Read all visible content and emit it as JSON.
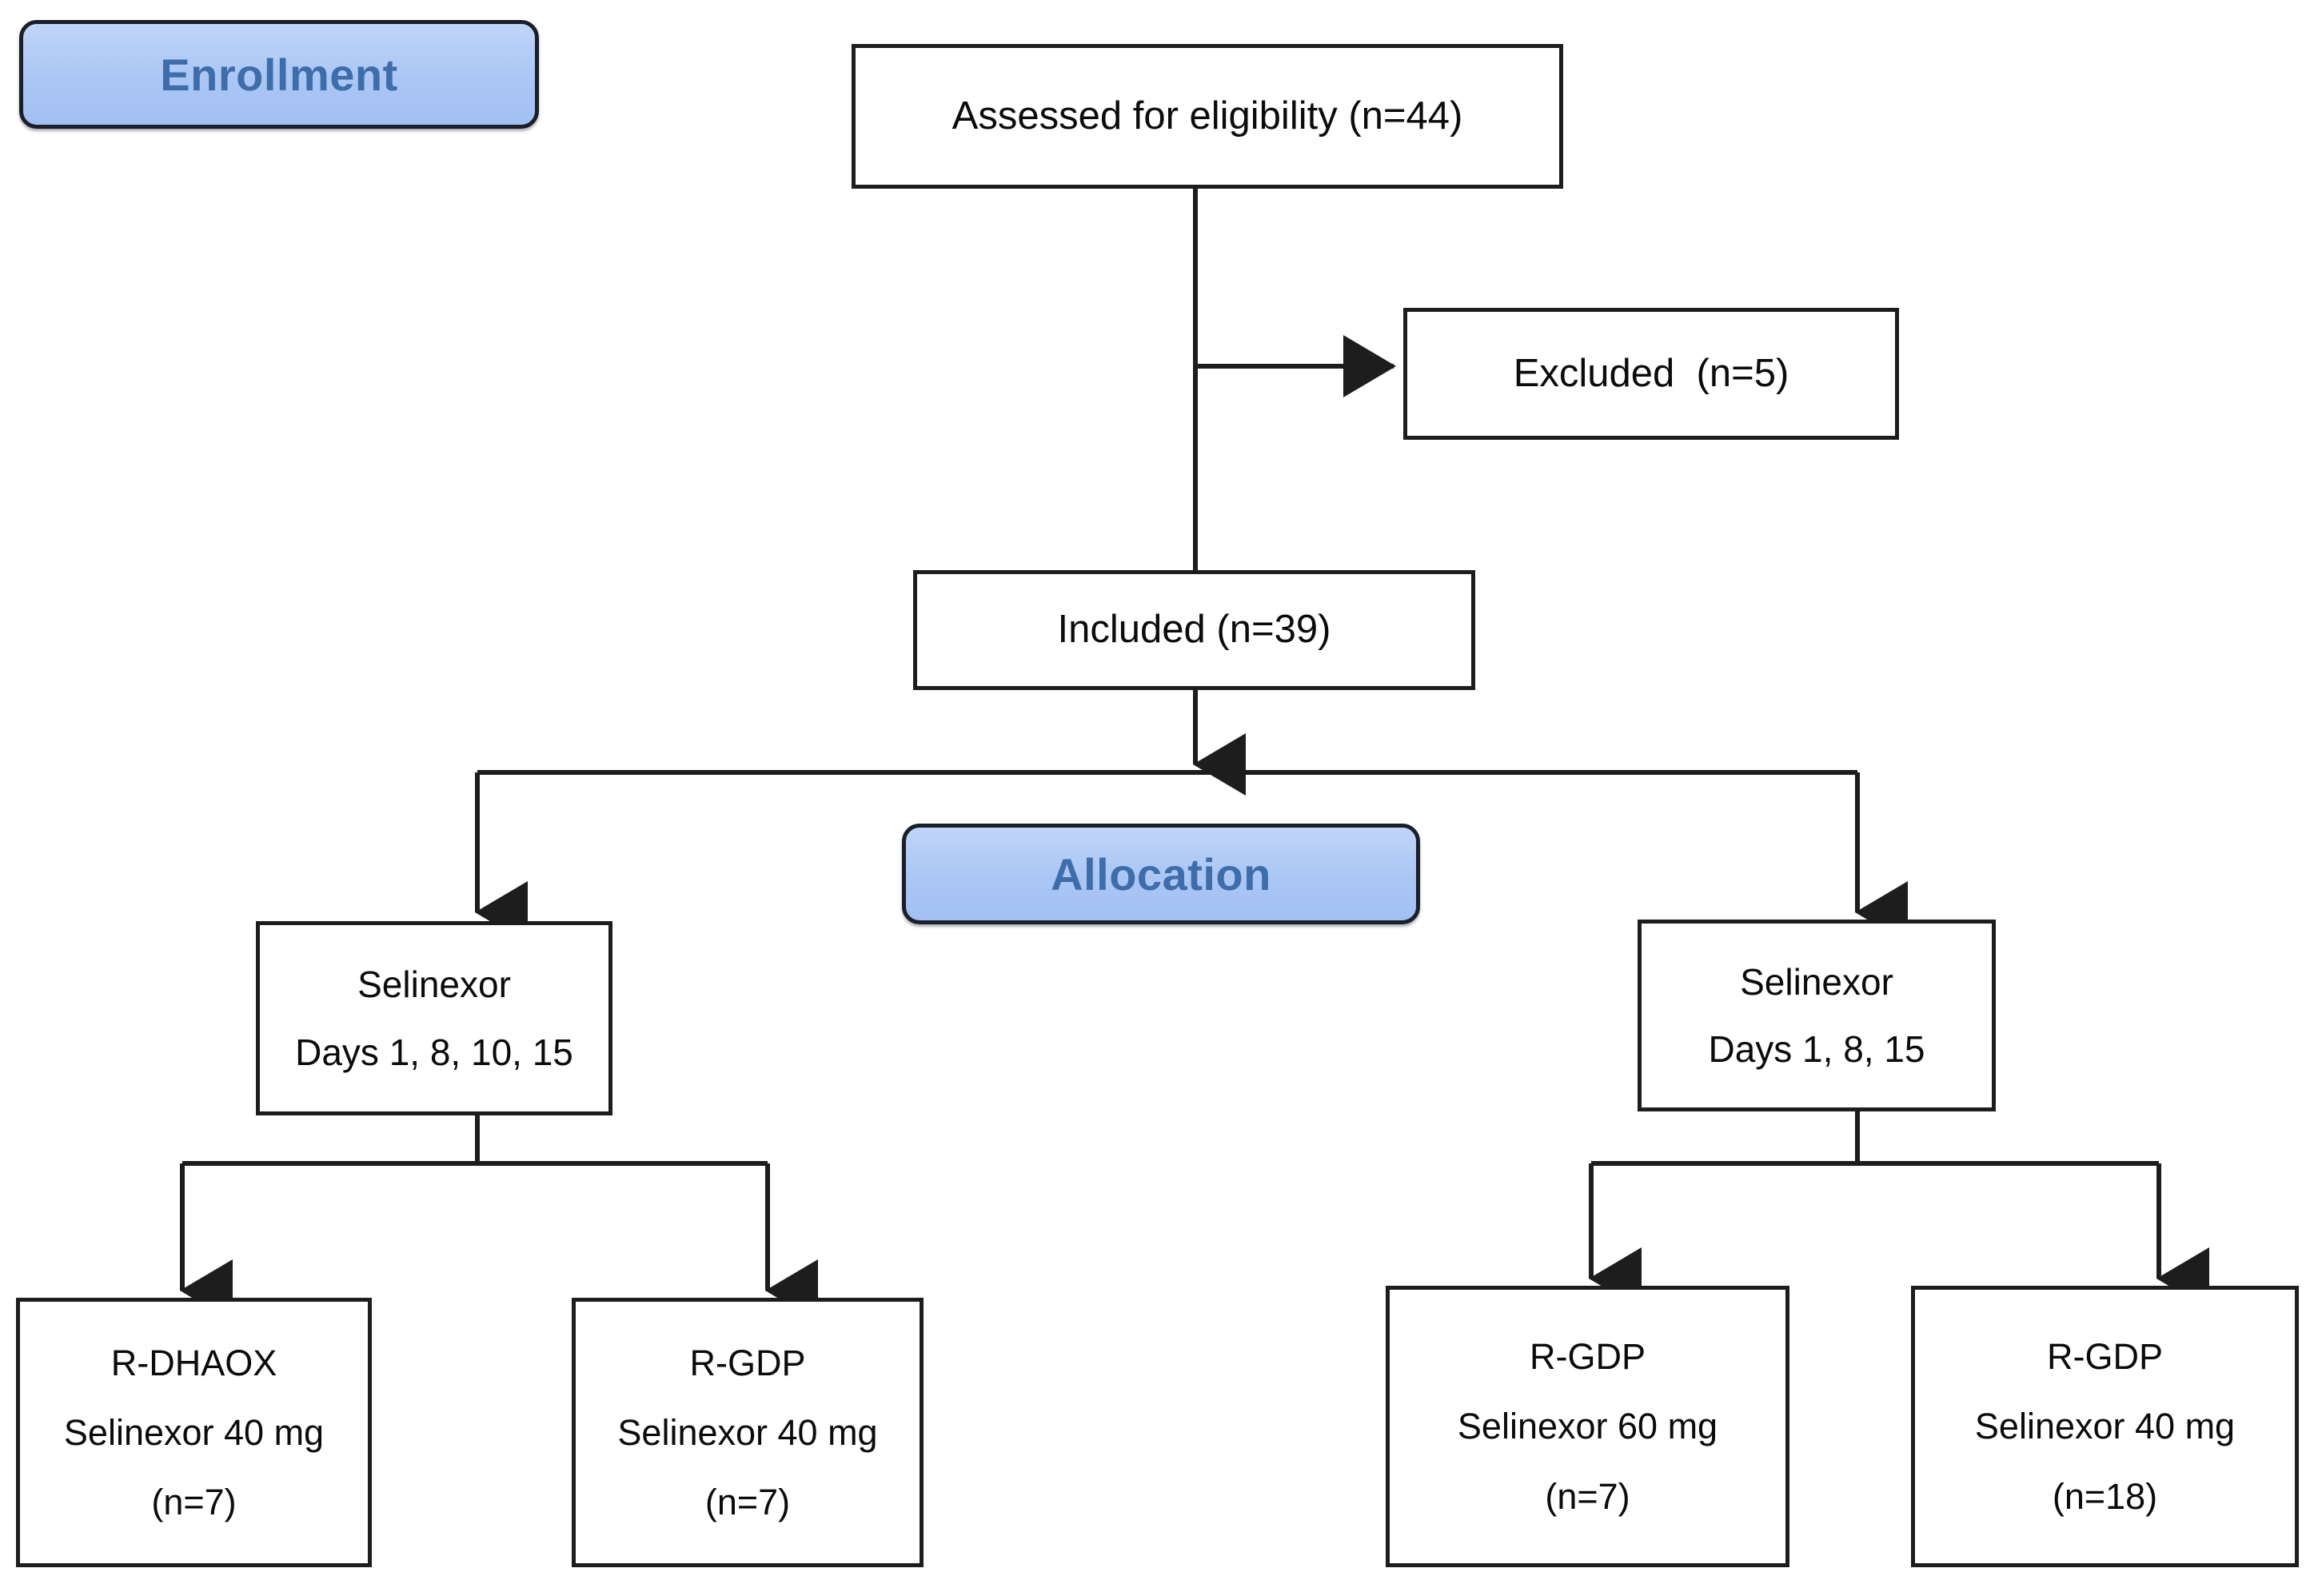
{
  "diagram": {
    "title": "CONSORT participant flow diagram",
    "background_color": "#ffffff",
    "line_color": "#1d1d1d",
    "badge_fill": "#aac6f5",
    "badge_border": "#1b1f2a",
    "badge_text_color": "#3f6daa",
    "box_border_color": "#1d1d1d",
    "box_fill": "#ffffff",
    "box_text_color": "#0b0b0b"
  },
  "badges": {
    "enrollment": "Enrollment",
    "allocation": "Allocation"
  },
  "nodes": {
    "assessed": {
      "line1": "Assessed for eligibility (n=44)"
    },
    "excluded": {
      "line1": "Excluded  (n=5)"
    },
    "included": {
      "line1": "Included (n=39)"
    },
    "arm_left": {
      "line1": "Selinexor",
      "line2": "Days 1, 8, 10, 15"
    },
    "arm_right": {
      "line1": "Selinexor",
      "line2": "Days 1, 8, 15"
    },
    "leaf1": {
      "line1": "R-DHAOX",
      "line2": "Selinexor 40 mg",
      "line3": "(n=7)"
    },
    "leaf2": {
      "line1": "R-GDP",
      "line2": "Selinexor 40 mg",
      "line3": "(n=7)"
    },
    "leaf3": {
      "line1": "R-GDP",
      "line2": "Selinexor 60 mg",
      "line3": "(n=7)"
    },
    "leaf4": {
      "line1": "R-GDP",
      "line2": "Selinexor 40 mg",
      "line3": "(n=18)"
    }
  },
  "counts": {
    "assessed_for_eligibility": 44,
    "excluded": 5,
    "included": 39,
    "r_dhaox_selinexor_40mg": 7,
    "r_gdp_selinexor_40mg_days_1_8_10_15": 7,
    "r_gdp_selinexor_60mg_days_1_8_15": 7,
    "r_gdp_selinexor_40mg_days_1_8_15": 18
  }
}
